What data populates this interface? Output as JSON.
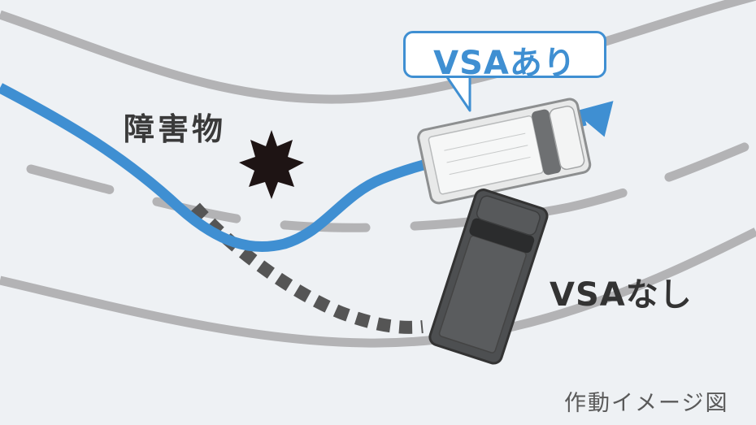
{
  "labels": {
    "obstacle": "障害物",
    "vsa_on": "VSAあり",
    "vsa_off": "VSAなし",
    "caption": "作動イメージ図"
  },
  "colors": {
    "background": "#eef1f4",
    "road_line": "#b3b3b5",
    "vsa_on_path": "#3f8fd2",
    "vsa_off_path": "#555555",
    "obstacle": "#1e1414",
    "car_white": "#f2f3f3",
    "car_dark": "#4a4c4e"
  },
  "icons": {
    "obstacle": "burst-star-icon",
    "arrow": "arrow-right-icon"
  }
}
